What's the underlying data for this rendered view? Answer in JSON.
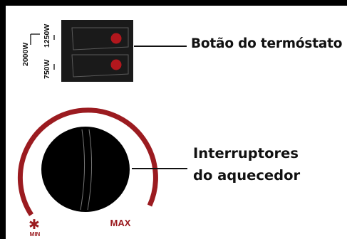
{
  "diagram": {
    "thermostat": {
      "label": "Botão do termóstato",
      "wattage_scale": [
        "2000W",
        "1250W",
        "750W"
      ]
    },
    "heater_switch": {
      "label_line1": "Interruptores",
      "label_line2": "do aquecedor",
      "min_label": "MIN",
      "max_label": "MAX",
      "min_symbol": "✱"
    },
    "colors": {
      "frame": "#000000",
      "switch_body": "#1a1a1a",
      "indicator_red": "#b2171d",
      "dial_arc": "#9b1b20",
      "knob": "#000000"
    }
  }
}
